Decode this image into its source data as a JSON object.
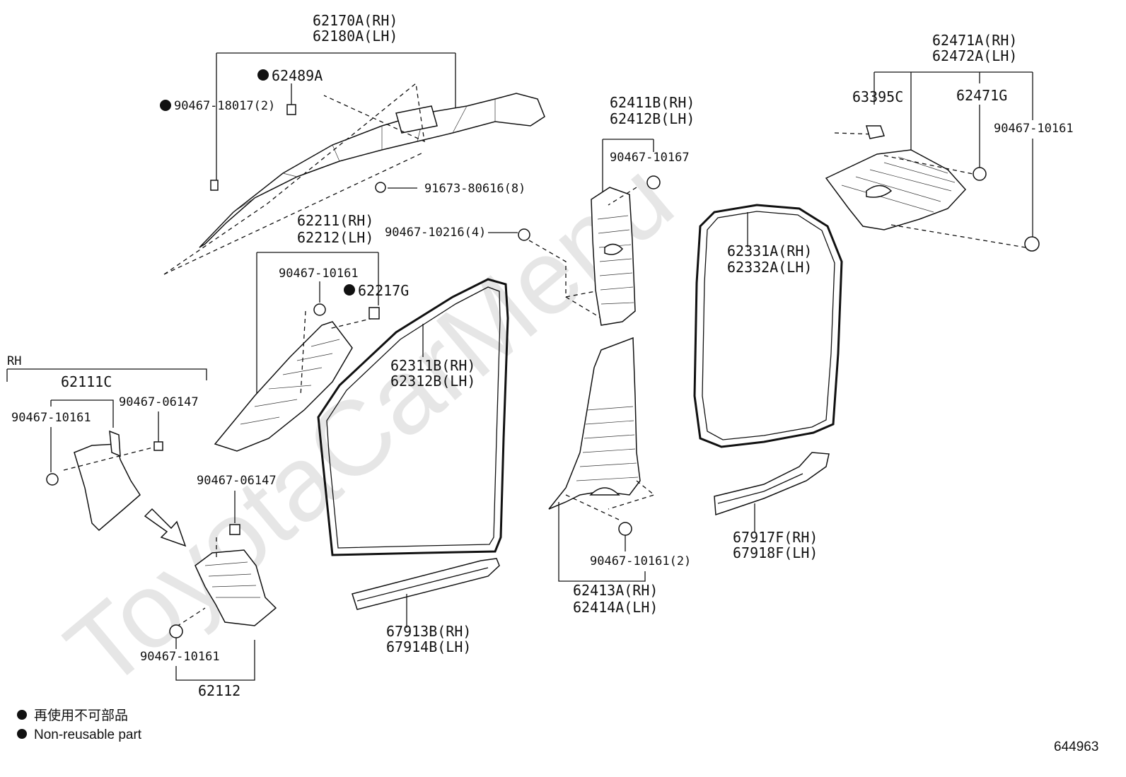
{
  "watermark": "ToyotaCarMenu",
  "diagram_id": "644963",
  "group_label": "RH",
  "legend": {
    "jp": "再使用不可部品",
    "en": "Non-reusable part"
  },
  "parts": {
    "a_pillar_upper": {
      "rh": "62170A(RH)",
      "lh": "62180A(LH)"
    },
    "clip_62489A": "62489A",
    "clip_90467_18017": "90467-18017(2)",
    "screw_91673": "91673-80616(8)",
    "a_pillar_lower": {
      "rh": "62211(RH)",
      "lh": "62212(LH)"
    },
    "clip_90467_10161_a": "90467-10161",
    "clip_62217G": "62217G",
    "clip_90467_10216": "90467-10216(4)",
    "b_pillar_upper": {
      "rh": "62411B(RH)",
      "lh": "62412B(LH)"
    },
    "clip_90467_10167": "90467-10167",
    "quarter_trim": {
      "rh": "62471A(RH)",
      "lh": "62472A(LH)"
    },
    "clip_63395C": "63395C",
    "clip_62471G": "62471G",
    "clip_90467_10161_b": "90467-10161",
    "rear_weatherstrip": {
      "rh": "62331A(RH)",
      "lh": "62332A(LH)"
    },
    "front_weatherstrip": {
      "rh": "62311B(RH)",
      "lh": "62312B(LH)"
    },
    "kick_panel_assy": "62111C",
    "clip_90467_06147_a": "90467-06147",
    "clip_90467_10161_c": "90467-10161",
    "clip_90467_06147_b": "90467-06147",
    "cowl_side_trim": "62112",
    "clip_90467_10161_d": "90467-10161",
    "front_scuff_plate": {
      "rh": "67913B(RH)",
      "lh": "67914B(LH)"
    },
    "b_pillar_lower": {
      "rh": "62413A(RH)",
      "lh": "62414A(LH)"
    },
    "clip_90467_10161_e": "90467-10161(2)",
    "rear_scuff_plate": {
      "rh": "67917F(RH)",
      "lh": "67918F(LH)"
    }
  }
}
